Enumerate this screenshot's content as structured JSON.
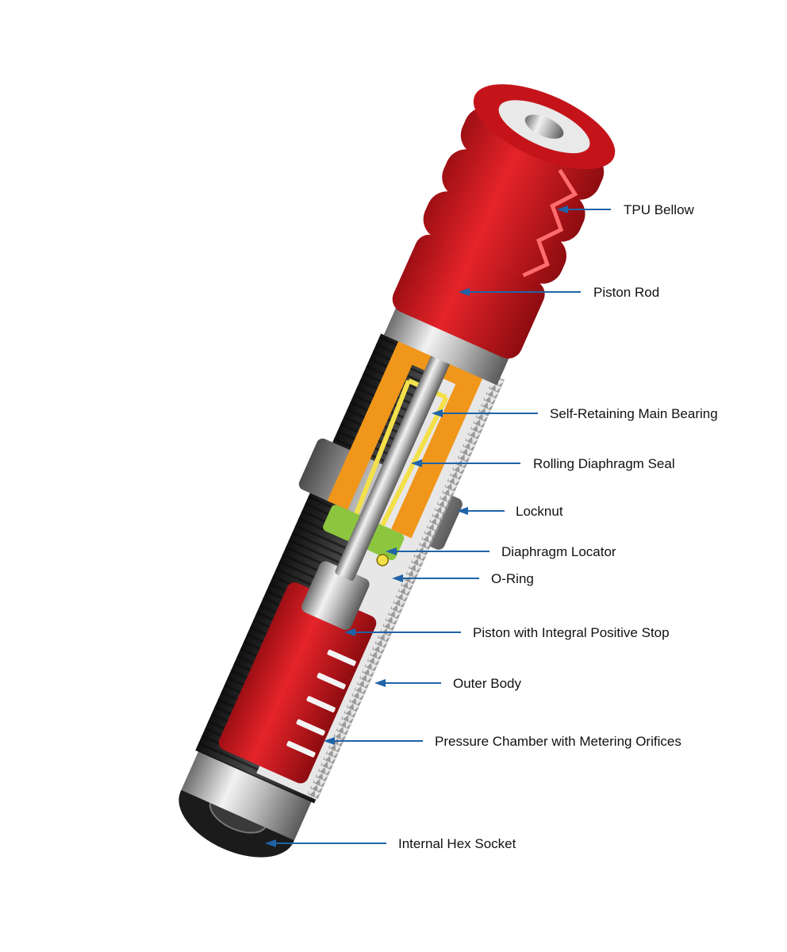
{
  "colors": {
    "background": "#ffffff",
    "leader": "#1f63a8",
    "label_text": "#111111",
    "bellow_red": "#d2161d",
    "thread_black": "#232323",
    "steel": "#c9c9c9",
    "bearing_orange": "#f0961a",
    "seal_yellow": "#f3e04a",
    "locator_green": "#8cc63f"
  },
  "callouts": [
    {
      "id": "tpu-bellow",
      "label": "TPU Bellow"
    },
    {
      "id": "piston-rod",
      "label": "Piston Rod"
    },
    {
      "id": "main-bearing",
      "label": "Self-Retaining Main Bearing"
    },
    {
      "id": "diaphragm-seal",
      "label": "Rolling Diaphragm Seal"
    },
    {
      "id": "locknut",
      "label": "Locknut"
    },
    {
      "id": "diaphragm-locator",
      "label": "Diaphragm Locator"
    },
    {
      "id": "o-ring",
      "label": "O-Ring"
    },
    {
      "id": "piston",
      "label": "Piston with Integral Positive Stop"
    },
    {
      "id": "outer-body",
      "label": "Outer Body"
    },
    {
      "id": "pressure-chamber",
      "label": "Pressure Chamber with Metering Orifices"
    },
    {
      "id": "hex-socket",
      "label": "Internal Hex Socket"
    }
  ]
}
